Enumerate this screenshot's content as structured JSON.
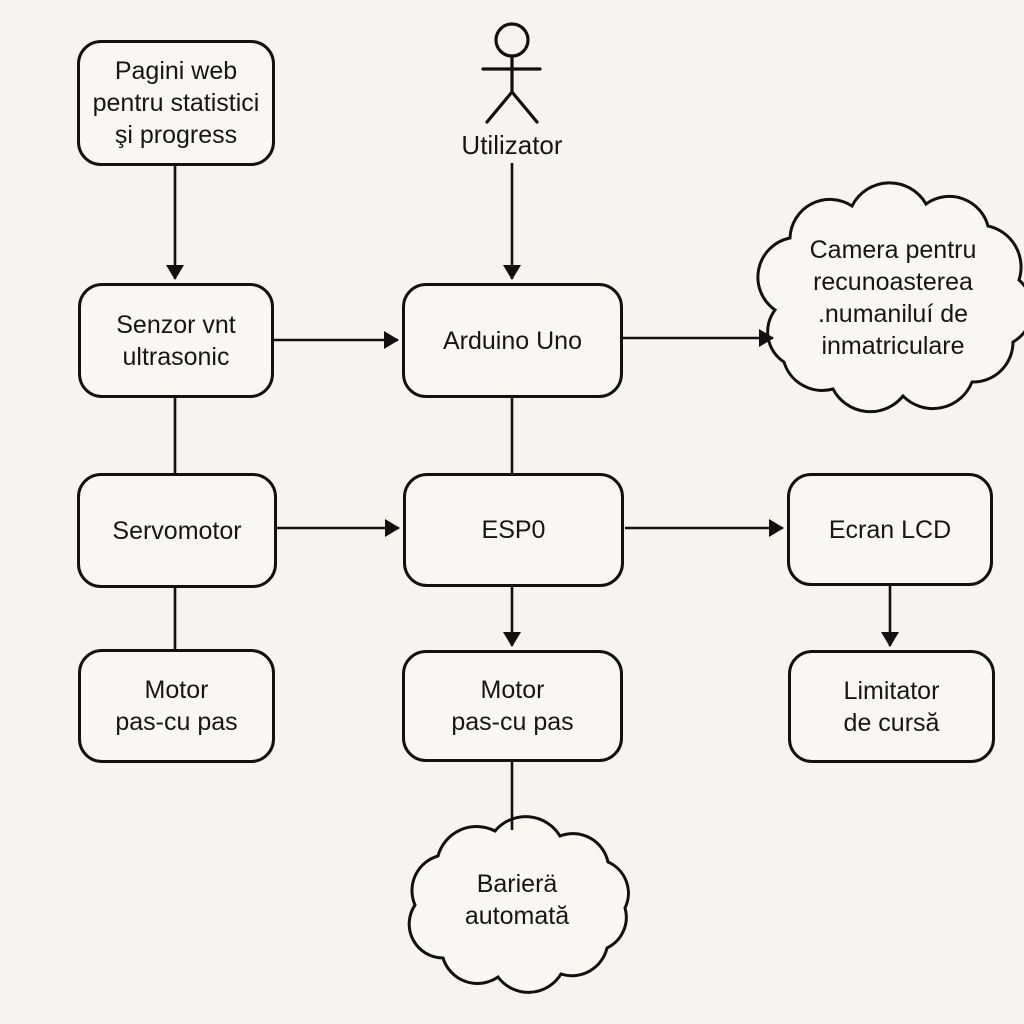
{
  "colors": {
    "background": "#f5f4f1",
    "stroke": "#111111",
    "node_fill": "#f8f7f4",
    "text": "#161616"
  },
  "actor": {
    "label": "Utilizator",
    "icon": "person-stick-figure-icon"
  },
  "nodes": {
    "web_page": {
      "shape": "rounded-rect",
      "label": "Pagini web\npentru statistici\nşi progress"
    },
    "senzor": {
      "shape": "rounded-rect",
      "label": "Senzor vnt\nultrasonic"
    },
    "arduino": {
      "shape": "rounded-rect",
      "label": "Arduino Uno"
    },
    "camera": {
      "shape": "cloud",
      "label": "Camera pentru\nrecunoasterea\n.numaniluí de\ninmatriculare"
    },
    "servomotor": {
      "shape": "rounded-rect",
      "label": "Servomotor"
    },
    "esp": {
      "shape": "rounded-rect",
      "label": "ESP0"
    },
    "lcd": {
      "shape": "rounded-rect",
      "label": "Ecran LCD"
    },
    "motor_left": {
      "shape": "rounded-rect",
      "label": "Motor\npas-cu pas"
    },
    "motor_center": {
      "shape": "rounded-rect",
      "label": "Motor\npas-cu pas"
    },
    "limitator": {
      "shape": "rounded-rect",
      "label": "Limitator\nde cursă"
    },
    "bariera": {
      "shape": "cloud",
      "label": "Barierä\nautomată"
    }
  },
  "edges": [
    {
      "from": "web_page",
      "to": "senzor",
      "arrow": true
    },
    {
      "from": "actor",
      "to": "arduino",
      "arrow": true
    },
    {
      "from": "senzor",
      "to": "arduino",
      "arrow": true
    },
    {
      "from": "arduino",
      "to": "camera",
      "arrow": true
    },
    {
      "from": "senzor",
      "to": "servomotor",
      "arrow": false
    },
    {
      "from": "arduino",
      "to": "esp",
      "arrow": false
    },
    {
      "from": "servomotor",
      "to": "esp",
      "arrow": true
    },
    {
      "from": "esp",
      "to": "lcd",
      "arrow": true
    },
    {
      "from": "esp",
      "to": "motor_center",
      "arrow": true
    },
    {
      "from": "servomotor",
      "to": "motor_left",
      "arrow": false
    },
    {
      "from": "lcd",
      "to": "limitator",
      "arrow": true
    },
    {
      "from": "motor_center",
      "to": "bariera",
      "arrow": false
    }
  ]
}
